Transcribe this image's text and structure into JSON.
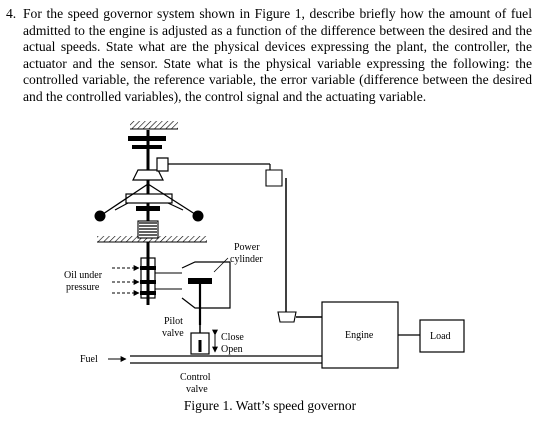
{
  "question": {
    "number": "4.",
    "text": "For the speed governor system shown in Figure 1, describe briefly how the amount of fuel admitted to the engine is adjusted as a function of the difference between the desired and the actual speeds. State what are the physical devices expressing the plant, the controller, the actuator and the sensor. State what is the physical variable expressing the following: the controlled variable, the reference variable, the error variable (difference between the desired and the controlled variables), the control signal and the actuating variable."
  },
  "figure": {
    "caption": "Figure 1. Watt’s speed governor",
    "labels": {
      "power": "Power",
      "cylinder": "cylinder",
      "oil1": "Oil under",
      "oil2": "pressure",
      "pilot": "Pilot",
      "valve": "valve",
      "close": "Close",
      "open": "Open",
      "fuel": "Fuel",
      "control": "Control",
      "control_valve": "valve",
      "engine": "Engine",
      "load": "Load"
    }
  }
}
